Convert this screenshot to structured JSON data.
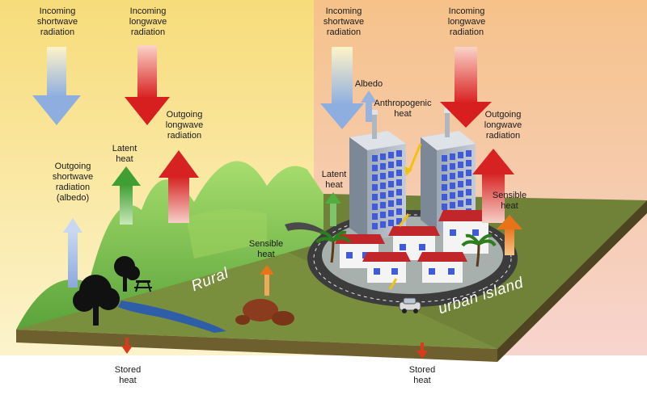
{
  "diagram": {
    "rural_label": "Rural",
    "urban_label": "urban island",
    "labels": {
      "incoming_shortwave_rural": "Incoming\nshortwave\nradiation",
      "incoming_longwave_rural": "Incoming\nlongwave\nradiation",
      "outgoing_longwave_rural": "Outgoing\nlongwave\nradiation",
      "latent_heat_rural": "Latent\nheat",
      "outgoing_shortwave_rural": "Outgoing\nshortwave\nradiation\n(albedo)",
      "sensible_heat_rural": "Sensible\nheat",
      "stored_heat_rural": "Stored\nheat",
      "incoming_shortwave_urban": "Incoming\nshortwave\nradiation",
      "incoming_longwave_urban": "Incoming\nlongwave\nradiation",
      "albedo_urban": "Albedo",
      "anthropogenic_heat": "Anthropogenic\nheat",
      "outgoing_longwave_urban": "Outgoing\nlongwave\nradiation",
      "latent_heat_urban": "Latent\nheat",
      "sensible_heat_urban": "Sensible\nheat",
      "stored_heat_urban": "Stored\nheat"
    },
    "colors": {
      "shortwave": "#9ab3dc",
      "longwave": "#d92424",
      "latent": "#4fae3f",
      "sensible": "#e87e1e",
      "sky_rural": "#fbe9a6",
      "sky_urban": "#f5b2a6",
      "ground": "#6b6a35",
      "hills": "#8fcf57"
    }
  }
}
